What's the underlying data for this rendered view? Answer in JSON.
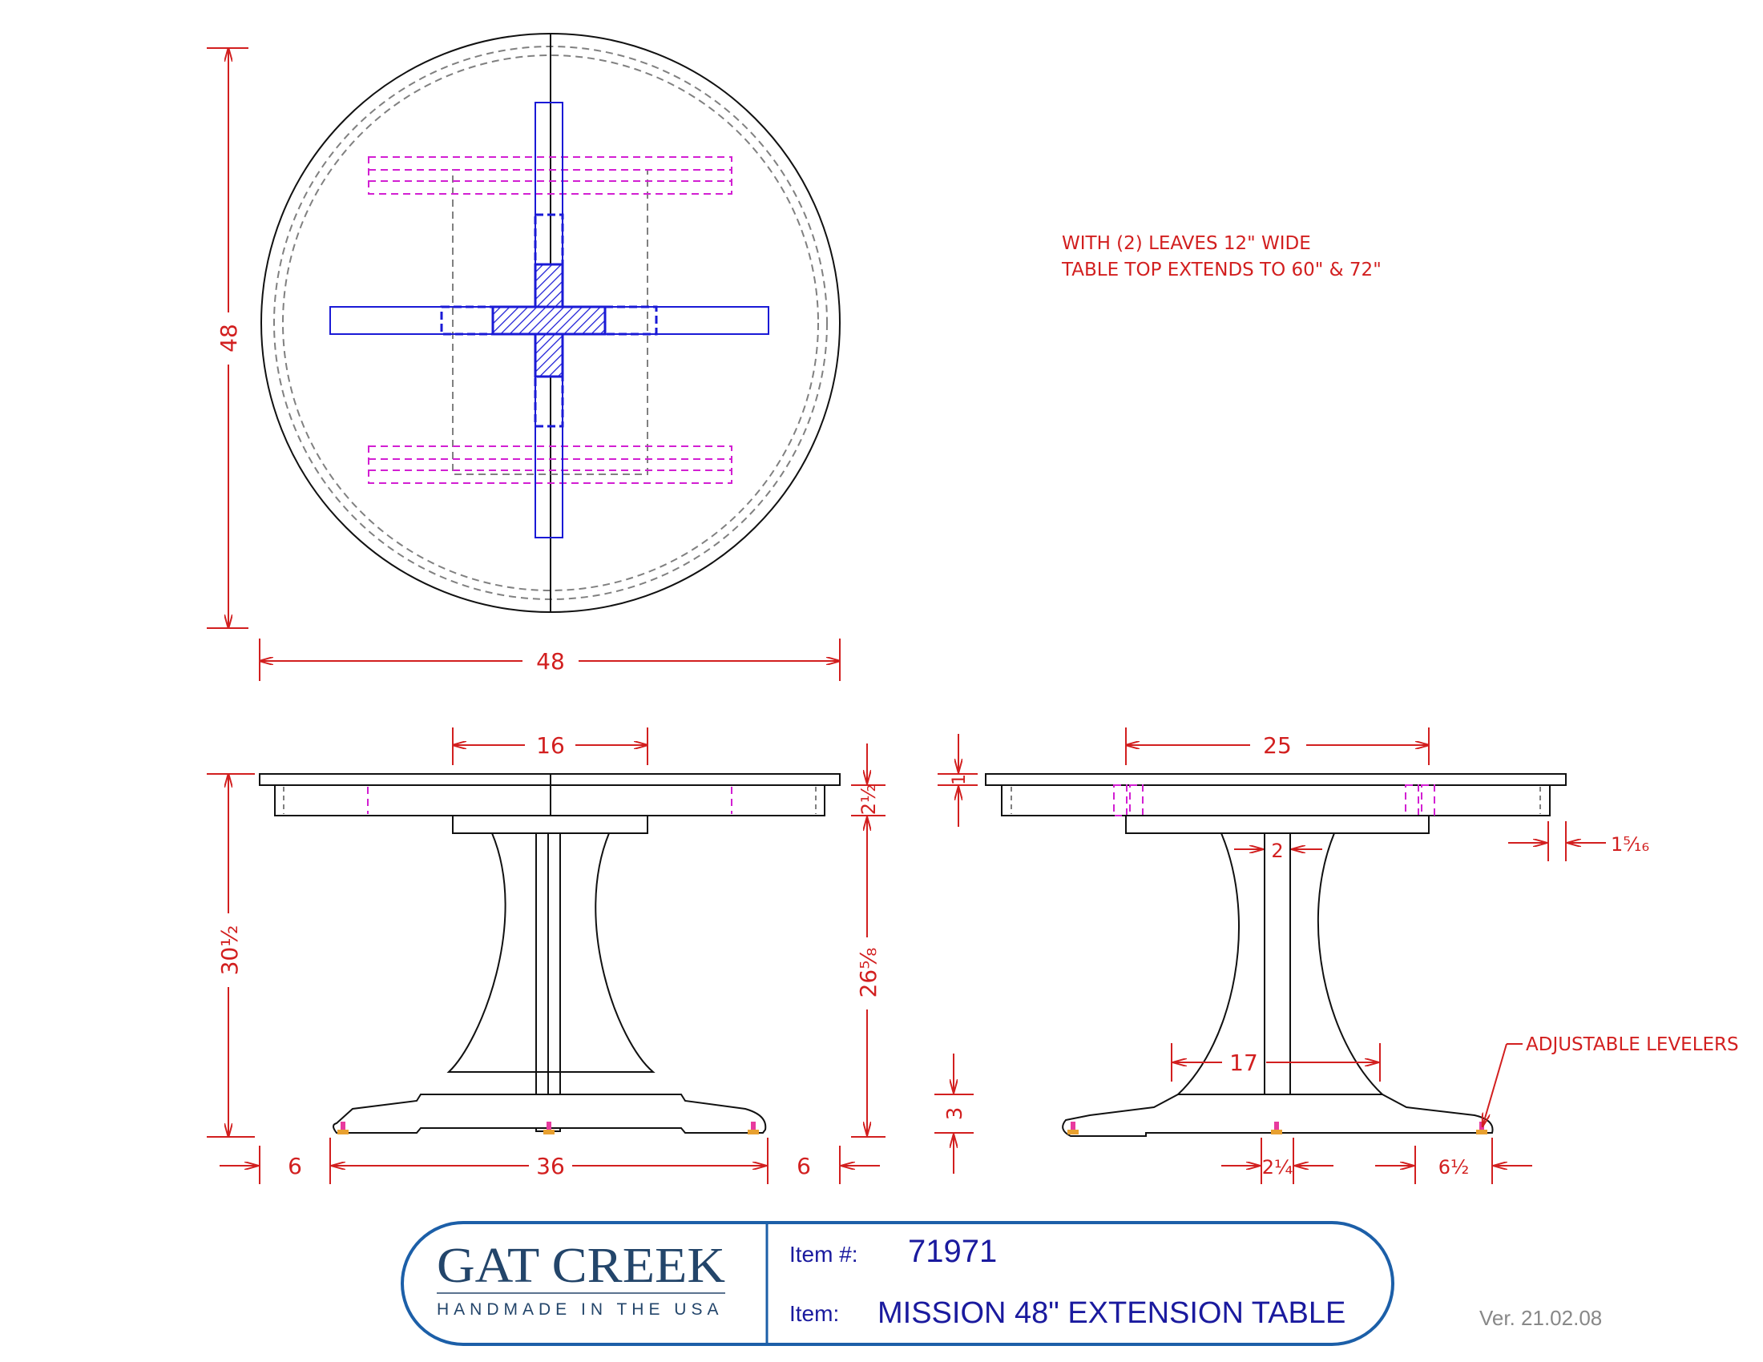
{
  "notes": {
    "leaves_line1": "WITH (2) LEAVES 12\" WIDE",
    "leaves_line2": "TABLE TOP EXTENDS TO 60\" & 72\"",
    "levelers": "ADJUSTABLE LEVELERS"
  },
  "top_view": {
    "dim_height": "48",
    "dim_width": "48"
  },
  "front_view": {
    "dim_trestle_top": "16",
    "dim_total_height": "30½",
    "dim_apron": "2½",
    "dim_pedestal_height": "26⅝",
    "dim_foot_height": "3",
    "dim_overhang_left": "6",
    "dim_base_width": "36",
    "dim_overhang_right": "6"
  },
  "side_view": {
    "dim_trestle_top": "25",
    "dim_top_thickness": "1",
    "dim_column": "2",
    "dim_apron_inset": "1⁵⁄₁₆",
    "dim_pedestal_base": "17",
    "dim_post_base": "2¼",
    "dim_foot_overhang": "6½"
  },
  "title_block": {
    "logo_name": "GAT CREEK",
    "logo_tagline": "HANDMADE IN THE USA",
    "item_number_label": "Item #:",
    "item_number": "71971",
    "item_label": "Item:",
    "item_name": "MISSION 48\" EXTENSION TABLE"
  },
  "version": "Ver. 21.02.08",
  "colors": {
    "dimension": "#d21f1f",
    "outline": "#111111",
    "hidden_line": "#808080",
    "base_frame": "#1a1ad6",
    "slides": "#d21fd2",
    "title_block": "#1a1a9e",
    "logo": "#23456a"
  }
}
